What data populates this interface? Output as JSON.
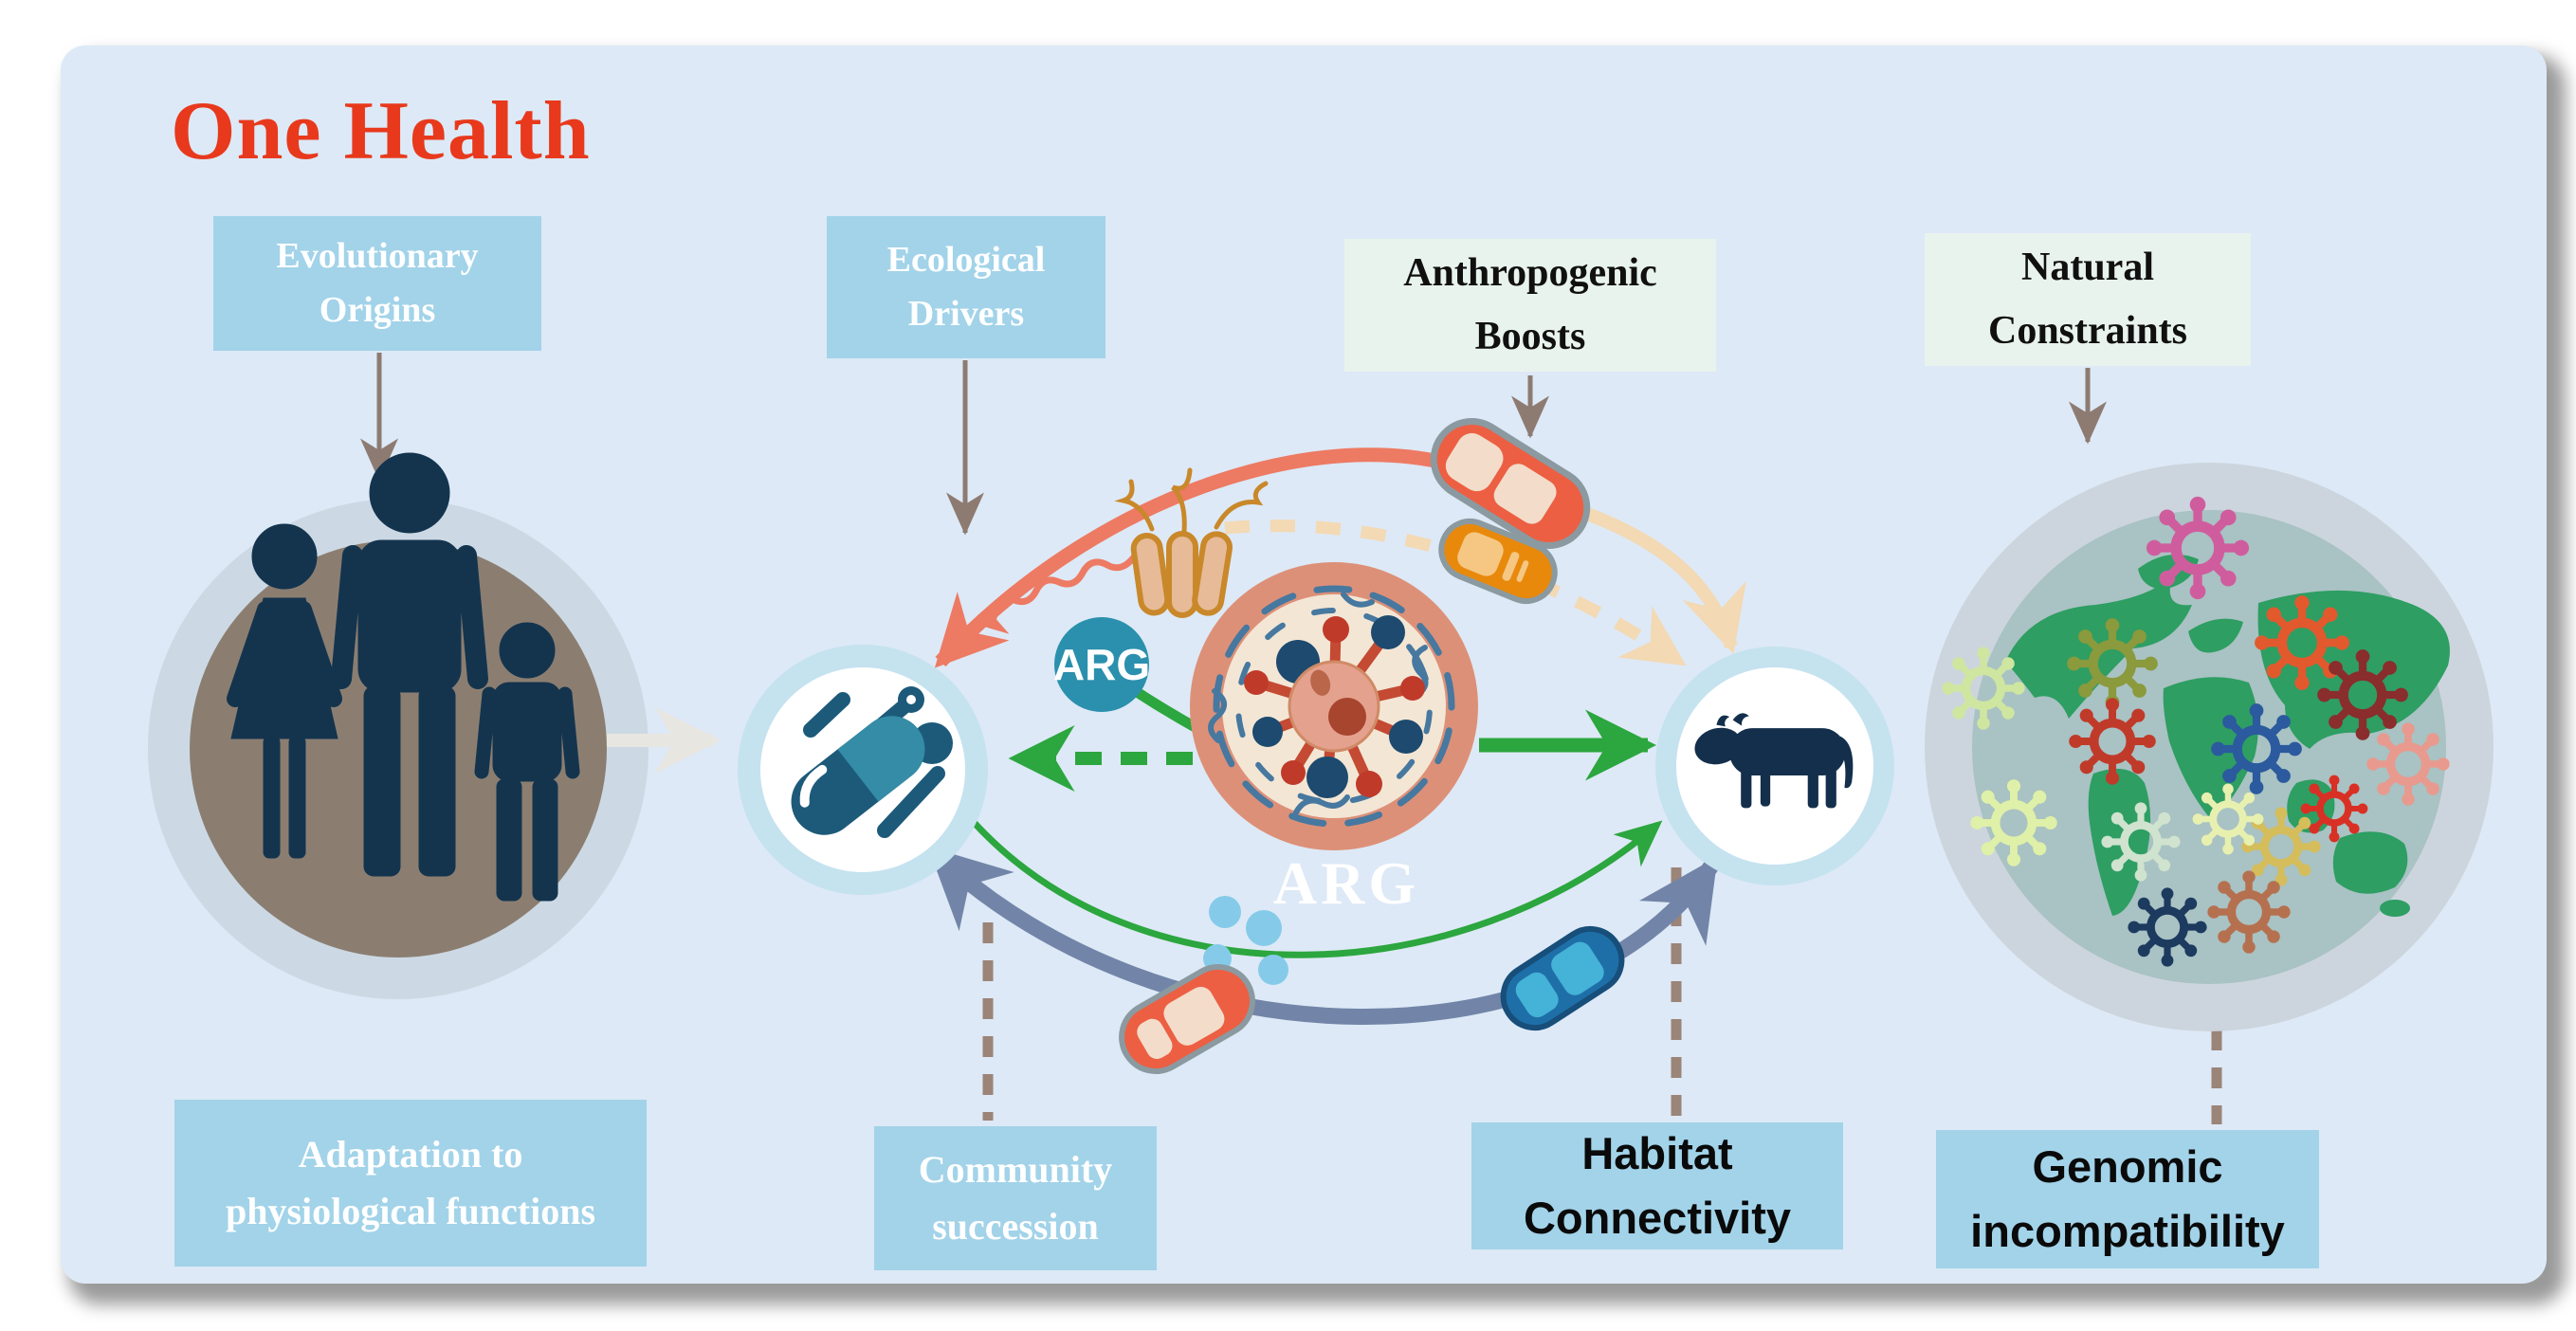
{
  "title": "One Health",
  "annotations": {
    "evolutionary_origins": "Evolutionary\nOrigins",
    "ecological_drivers": "Ecological\nDrivers",
    "anthropogenic_boosts": "Anthropogenic\nBoosts",
    "natural_constraints": "Natural\nConstraints",
    "adaptation_physiological": "Adaptation to\nphysiological functions",
    "community_succession": "Community\nsuccession",
    "habitat_connectivity": "Habitat\nConnectivity",
    "genomic_incompatibility": "Genomic\nincompatibility"
  },
  "arg_badge_label": "ARG",
  "arg_center_label": "ARG",
  "icons": [
    "family-icon",
    "antibiotic-pill-icon",
    "microbe-plasmid-icon",
    "arg-badge",
    "cow-icon",
    "globe-viruses-icon",
    "bacteria-icon",
    "red-capsule-icon",
    "orange-capsule-icon",
    "bottom-red-capsule-icon",
    "blue-capsule-icon",
    "molecule-dots-icon",
    "virus-icon"
  ],
  "colors": {
    "panel_bg": "#dde9f6",
    "title_red": "#e8391d",
    "label_box_blue": "#a2d3e9",
    "label_box_mint": "#e9f3ee",
    "dark_navy": "#14344e",
    "teal_badge": "#2a90ad",
    "salmon_arrow": "#ed7a63",
    "beige_arrow": "#f3d9b4",
    "green_arrow": "#2ca63e",
    "grayblue_arrow": "#7285a8",
    "brown_arrow": "#8d7b72",
    "dashed_brown": "#9b8478",
    "family_inner_circle": "#8b7e71",
    "circle_ring_blue": "#c5e2ef",
    "microbe_ring": "#dd9078",
    "microbe_fill": "#f3e6d5",
    "globe_ocean": "#a9c2c3",
    "globe_land": "#2e9e63"
  }
}
